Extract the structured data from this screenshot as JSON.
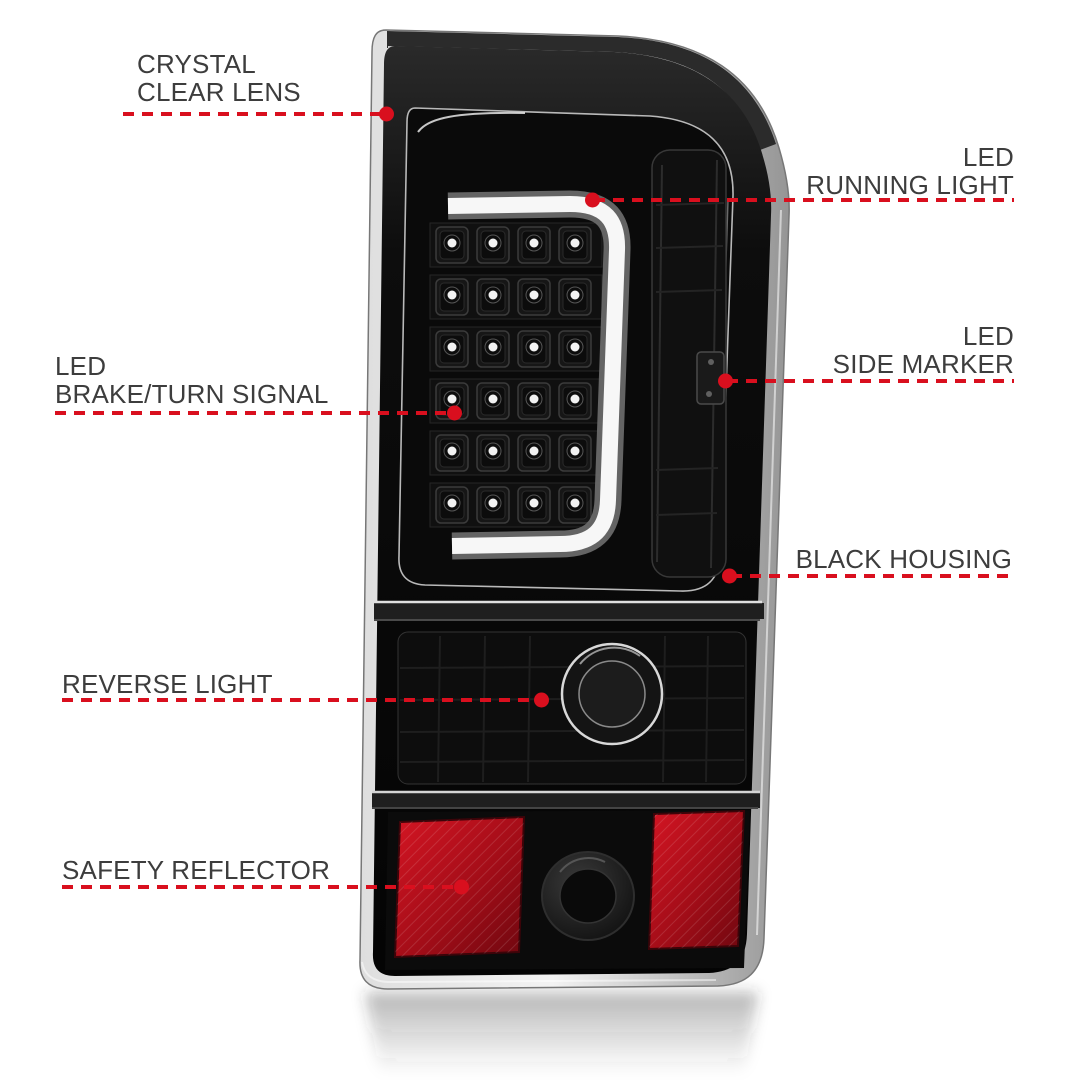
{
  "colors": {
    "accent": "#d90f1e",
    "label": "#3d3d3d",
    "background": "#ffffff",
    "housing": "#0a0a0a",
    "reflector_red": "#b01020",
    "chrome": "#c9c9c9"
  },
  "illustration": {
    "subject": "led-tail-light-assembly",
    "orientation": "upright, slight lean, reflection below"
  },
  "labels": {
    "crystal_clear_lens": {
      "line1": "CRYSTAL",
      "line2": "CLEAR LENS"
    },
    "led_running_light": {
      "line1": "LED",
      "line2": "RUNNING LIGHT"
    },
    "led_side_marker": {
      "line1": "LED",
      "line2": "SIDE MARKER"
    },
    "black_housing": {
      "line1": "BLACK HOUSING"
    },
    "led_brake_turn_signal": {
      "line1": "LED",
      "line2": "BRAKE/TURN SIGNAL"
    },
    "reverse_light": {
      "line1": "REVERSE LIGHT"
    },
    "safety_reflector": {
      "line1": "SAFETY REFLECTOR"
    }
  }
}
